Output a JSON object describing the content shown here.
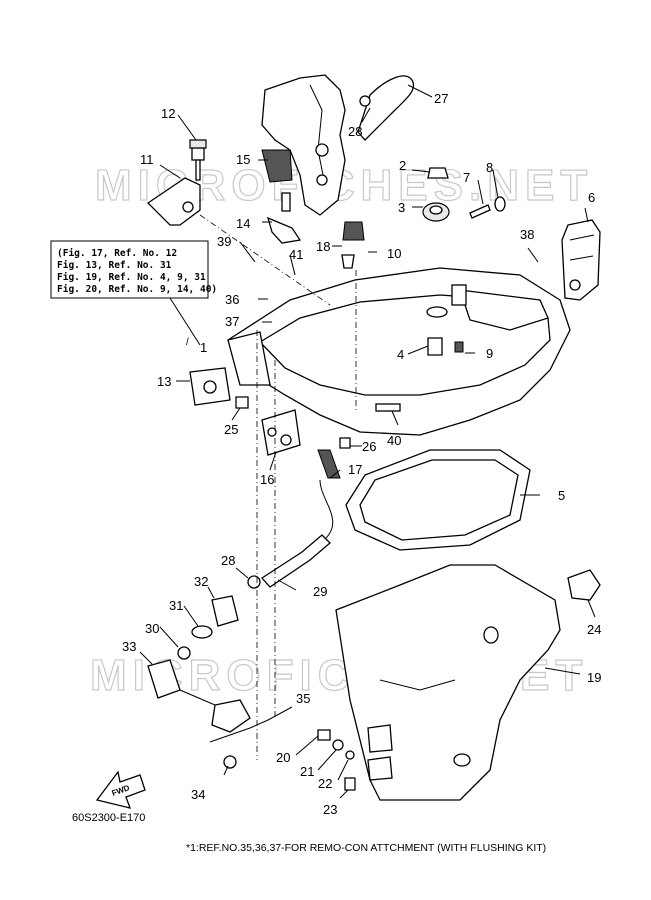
{
  "watermarks": [
    "MICROFICHES.NET",
    "MICROFICHES.NET"
  ],
  "reference_box": [
    "(Fig. 17, Ref. No. 12",
    " Fig. 13, Ref. No. 31",
    " Fig. 19, Ref. No. 4, 9, 31",
    " Fig. 20, Ref. No. 9, 14, 40)"
  ],
  "part_numbers": [
    "1",
    "2",
    "3",
    "4",
    "5",
    "6",
    "7",
    "8",
    "9",
    "10",
    "11",
    "12",
    "13",
    "14",
    "15",
    "16",
    "17",
    "18",
    "19",
    "20",
    "21",
    "22",
    "23",
    "24",
    "25",
    "26",
    "27",
    "28",
    "28",
    "29",
    "30",
    "31",
    "32",
    "33",
    "34",
    "35",
    "36",
    "37",
    "38",
    "39",
    "40",
    "41"
  ],
  "fwd_label": "FWD",
  "diagram_code": "60S2300-E170",
  "footnote": "*1:REF.NO.35,36,37-FOR REMO-CON ATTCHMENT (WITH FLUSHING KIT)"
}
